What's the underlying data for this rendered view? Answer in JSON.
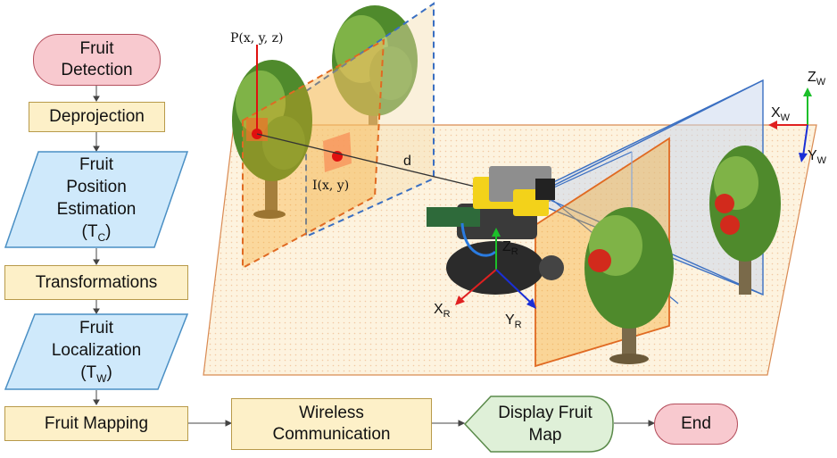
{
  "flowchart": {
    "fruit_detection": "Fruit Detection",
    "deprojection": "Deprojection",
    "position_estimation": [
      "Fruit",
      "Position",
      "Estimation",
      "(T",
      "C",
      ")"
    ],
    "transformations": "Transformations",
    "localization": [
      "Fruit",
      "Localization",
      "(T",
      "W",
      ")"
    ],
    "fruit_mapping": "Fruit Mapping",
    "wireless": "Wireless Communication",
    "display": "Display Fruit Map",
    "end": "End"
  },
  "scene": {
    "point_3d": "P(x, y, z)",
    "point_2d": "I(x, y)",
    "distance": "d",
    "world_axes": {
      "x": "X",
      "x_sub": "W",
      "y": "Y",
      "y_sub": "W",
      "z": "Z",
      "z_sub": "W"
    },
    "robot_axes": {
      "x": "X",
      "x_sub": "R",
      "y": "Y",
      "y_sub": "R",
      "z": "Z",
      "z_sub": "R"
    }
  },
  "colors": {
    "terminal": "#f8c9cf",
    "process": "#fdf0c8",
    "io": "#cfe9fb",
    "display": "#dff0d8",
    "axis_x": "#e02020",
    "axis_y": "#1a2fd6",
    "axis_z": "#1cbf2a"
  }
}
